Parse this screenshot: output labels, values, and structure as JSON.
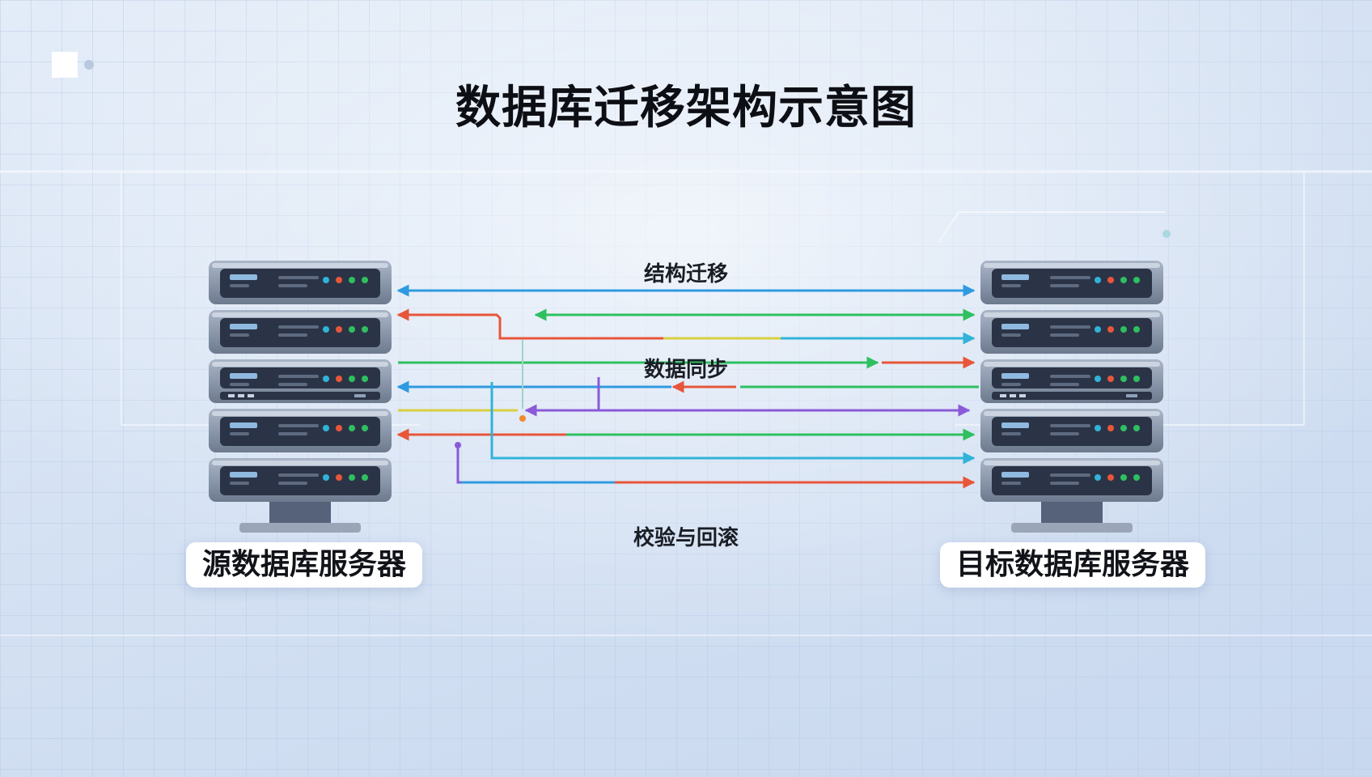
{
  "title": "数据库迁移架构示意图",
  "nodes": {
    "source": {
      "label": "源数据库服务器"
    },
    "target": {
      "label": "目标数据库服务器"
    }
  },
  "flows": [
    {
      "label": "结构迁移"
    },
    {
      "label": "数据同步"
    },
    {
      "label": "校验与回滚"
    }
  ],
  "colors": {
    "blue": "#2f9ae0",
    "green": "#2ec060",
    "red": "#e8563a",
    "purple": "#8a5ad8",
    "cyan": "#31b3d8",
    "yellow": "#d8d040",
    "orange": "#f08a30"
  }
}
